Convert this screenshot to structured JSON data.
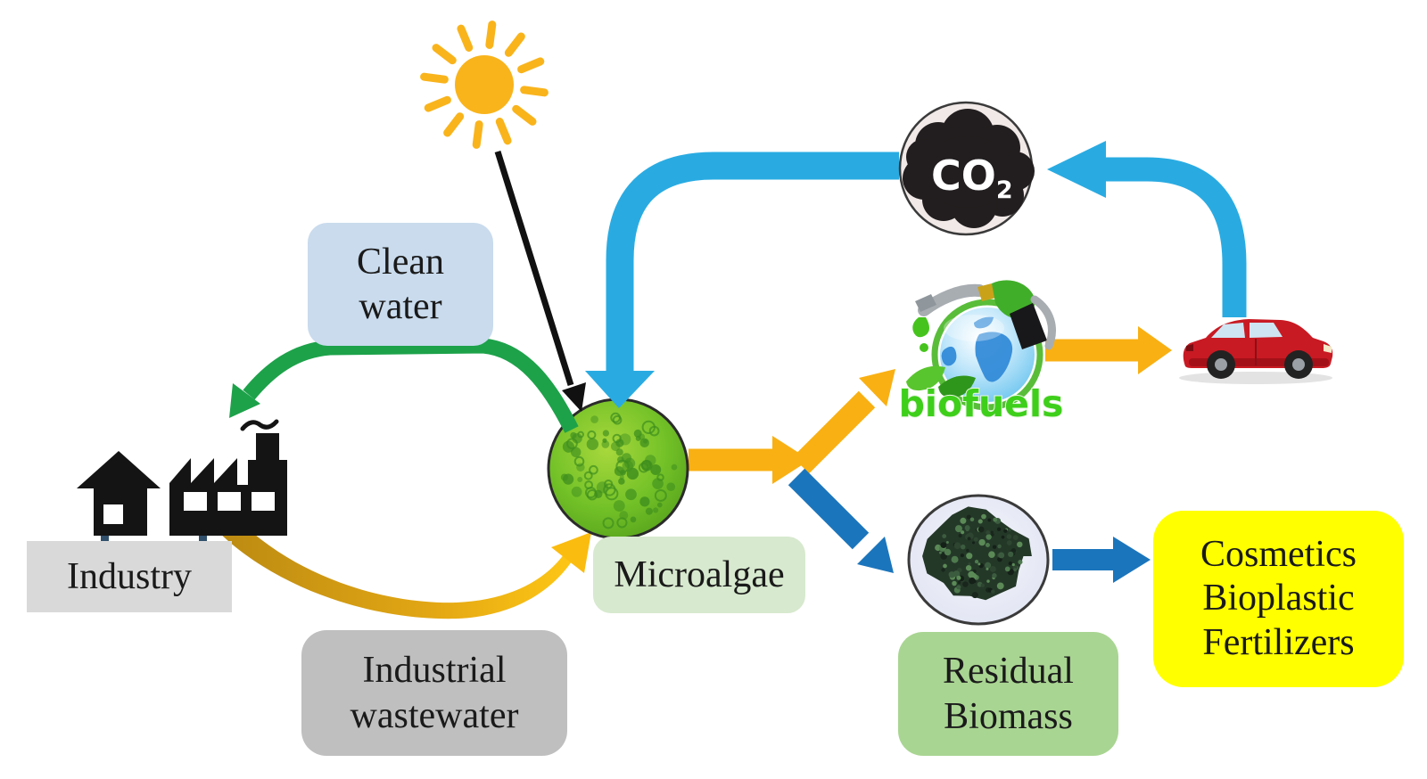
{
  "figure": {
    "description": "Circular diagram of microalgae grown on industrial wastewater and CO2, producing clean water, biofuels and residual biomass products"
  },
  "nodes": {
    "sun": {
      "icon": "sun-icon"
    },
    "clean_water": {
      "lines": [
        "Clean",
        "water"
      ],
      "fill": "#c9dbed"
    },
    "industry": {
      "label": "Industry",
      "fill": "#d9d9d9",
      "icon": "factory-icon"
    },
    "industrial_wastewater": {
      "lines": [
        "Industrial",
        "wastewater"
      ],
      "fill": "#bfbfbf"
    },
    "microalgae": {
      "label": "Microalgae",
      "fill": "#d7e9ce",
      "icon": "microalgae-culture-icon"
    },
    "co2": {
      "label": "CO",
      "subscript": "2",
      "icon": "co2-cloud-icon"
    },
    "biofuels": {
      "label": "biofuels",
      "icon": "biofuel-pump-globe-icon"
    },
    "car": {
      "icon": "car-icon"
    },
    "residual_biomass": {
      "lines": [
        "Residual",
        "Biomass"
      ],
      "fill": "#a9d592",
      "icon": "biomass-plate-icon"
    },
    "products": {
      "lines": [
        "Cosmetics",
        "Bioplastic",
        "Fertilizers"
      ],
      "fill": "#ffff00"
    }
  },
  "colors": {
    "cyan_arrow": "#29abe2",
    "blue_arrow": "#1b75bc",
    "yellow_arrow": "#f9b013",
    "green_arrow": "#1da24a",
    "gold_arrow": "#c8901b",
    "sunlight_arrow": "#111111",
    "sun": "#f9b41c"
  },
  "edges": [
    {
      "from": "sun",
      "to": "microalgae",
      "color": "#111111"
    },
    {
      "from": "microalgae",
      "to": "industry",
      "color": "#1da24a"
    },
    {
      "from": "industry",
      "to": "microalgae",
      "color": "#c8901b"
    },
    {
      "from": "co2",
      "to": "microalgae",
      "color": "#29abe2"
    },
    {
      "from": "car",
      "to": "co2",
      "color": "#29abe2"
    },
    {
      "from": "microalgae",
      "to": "biofuels",
      "color": "#f9b013"
    },
    {
      "from": "biofuels",
      "to": "car",
      "color": "#f9b013"
    },
    {
      "from": "microalgae",
      "to": "residual_biomass",
      "color": "#1b75bc"
    },
    {
      "from": "residual_biomass",
      "to": "products",
      "color": "#1b75bc"
    }
  ]
}
